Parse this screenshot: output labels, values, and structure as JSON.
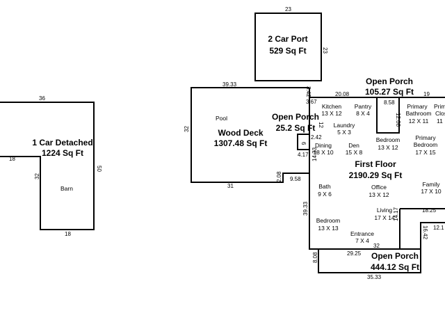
{
  "carport": {
    "title": "2 Car Port",
    "area": "529 Sq Ft",
    "dim_top": "23",
    "dim_right": "23"
  },
  "barn_structure": {
    "title": "1 Car Detached",
    "area": "1224 Sq Ft",
    "room": "Barn",
    "dim_top": "36",
    "dim_right": "50",
    "dim_inner_top": "18",
    "dim_inner_left": "32",
    "dim_bottom": "18"
  },
  "deck": {
    "title": "Wood Deck",
    "area": "1307.48 Sq Ft",
    "pool": "Pool",
    "dim_top": "39.33",
    "dim_left": "32",
    "dim_bottom": "31",
    "dim_step": "2.08",
    "dim_ext": "9.58"
  },
  "porch_small": {
    "title": "Open Porch",
    "area": "25.2 Sq Ft",
    "dim_a": "6",
    "dim_b": "4.17",
    "dim_c": "2.42"
  },
  "porch_top": {
    "title": "Open Porch",
    "area": "105.27 Sq Ft",
    "dim_a": "3.42",
    "dim_b": "3.67",
    "dim_c": "20.08",
    "dim_d": "19",
    "dim_e": "8.58",
    "dim_f": "12.08"
  },
  "porch_bottom": {
    "title": "Open Porch",
    "area": "444.12 Sq Ft",
    "dim_a": "29.25",
    "dim_b": "32",
    "dim_c": "35.33",
    "dim_d": "8.08",
    "dim_e": "16.42",
    "dim_f": "14.17"
  },
  "first_floor": {
    "title": "First Floor",
    "area": "2190.29 Sq Ft",
    "dim_left_a": "12",
    "dim_left_b": "14.33",
    "dim_left_c": "39.33",
    "dim_right_a": "18.25",
    "dim_right_b": "12.1",
    "rooms": {
      "kitchen": {
        "name": "Kitchen",
        "size": "13 X 12"
      },
      "pantry": {
        "name": "Pantry",
        "size": "8 X 4"
      },
      "primary_bath": {
        "name": "Primary",
        "name2": "Bathroom",
        "size": "12 X 11"
      },
      "primary_closet": {
        "name": "Primar",
        "name2": "Clos",
        "size": "11"
      },
      "laundry": {
        "name": "Laundry",
        "size": "5 X 3"
      },
      "bedroom_upper": {
        "name": "Bedroom",
        "size": "13 X 12"
      },
      "primary_bedroom": {
        "name": "Primary",
        "name2": "Bedroom",
        "size": "17 X 15"
      },
      "dining": {
        "name": "Dining",
        "size": "18 X 10"
      },
      "den": {
        "name": "Den",
        "size": "15 X 8"
      },
      "bath": {
        "name": "Bath",
        "size": "9 X 6"
      },
      "office": {
        "name": "Office",
        "size": "13 X 12"
      },
      "family": {
        "name": "Family",
        "size": "17 X 10"
      },
      "living": {
        "name": "Living",
        "size": "17 X 14"
      },
      "bedroom_lower": {
        "name": "Bedroom",
        "size": "13 X 13"
      },
      "entrance": {
        "name": "Entrance",
        "size": "7 X 4"
      }
    }
  }
}
